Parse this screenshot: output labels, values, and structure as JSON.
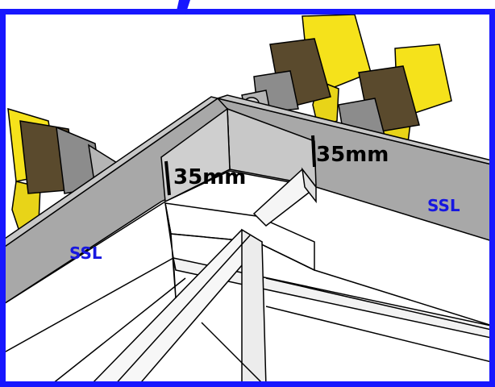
{
  "labels": {
    "dim_left": "35mm",
    "dim_right": "35mm",
    "panel_left": "SSL",
    "panel_right": "SSL"
  },
  "colors": {
    "frame": "#1717ff",
    "panel_gray": "#a8a8a8",
    "panel_light": "#c7c7c7",
    "drill_yellow": "#f5e21b",
    "drill_dark": "#4a3d25",
    "ssl_text": "#1717e0",
    "outline": "#000000"
  },
  "icons": [
    "drill-icon"
  ]
}
